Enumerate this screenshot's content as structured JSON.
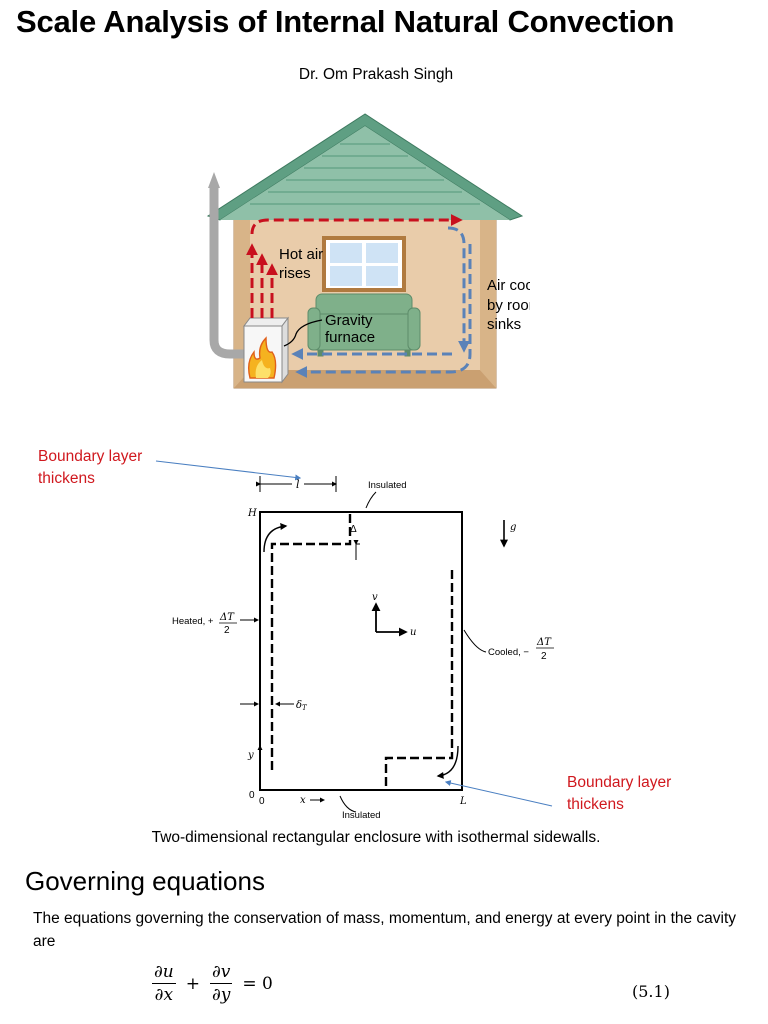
{
  "title": "Scale Analysis of Internal Natural Convection",
  "author": "Dr. Om Prakash Singh",
  "house_figure": {
    "label_hot_air_line1": "Hot air",
    "label_hot_air_line2": "rises",
    "label_cooled_line1": "Air cooled",
    "label_cooled_line2": "by room",
    "label_cooled_line3": "sinks",
    "label_furnace_line1": "Gravity",
    "label_furnace_line2": "furnace",
    "colors": {
      "roof": "#5f9f83",
      "wall": "#e9ccaa",
      "hot_arrow": "#c8101e",
      "cold_arrow": "#5a82b8",
      "sofa": "#7fb08a"
    }
  },
  "enclosure_figure": {
    "label_insulated_top": "Insulated",
    "label_insulated_bottom": "Insulated",
    "label_heated": "Heated, +",
    "label_cooled": "Cooled, −",
    "frac_num": "ΔT",
    "frac_den": "2",
    "sym_H": "H",
    "sym_l": "l",
    "sym_delta": "Δ",
    "sym_g": "g",
    "sym_v": "v",
    "sym_u": "u",
    "sym_y": "y",
    "sym_x": "x",
    "sym_0a": "0",
    "sym_0b": "0",
    "sym_L": "L",
    "sym_deltaT": "δ",
    "sym_deltaT_sub": "T"
  },
  "annotations": {
    "boundary_layer_1_line1": "Boundary layer",
    "boundary_layer_1_line2": "thickens",
    "boundary_layer_2_line1": "Boundary layer",
    "boundary_layer_2_line2": "thickens",
    "color": "#d0181e"
  },
  "caption": "Two-dimensional rectangular enclosure with isothermal sidewalls.",
  "section_heading": "Governing equations",
  "intro_text": "The equations governing the conservation of mass, momentum, and energy at every point in the cavity are",
  "equation": {
    "term1_num": "∂u",
    "term1_den": "∂x",
    "plus": "+",
    "term2_num": "∂v",
    "term2_den": "∂y",
    "rhs": "= 0",
    "number": "(5.1)"
  }
}
